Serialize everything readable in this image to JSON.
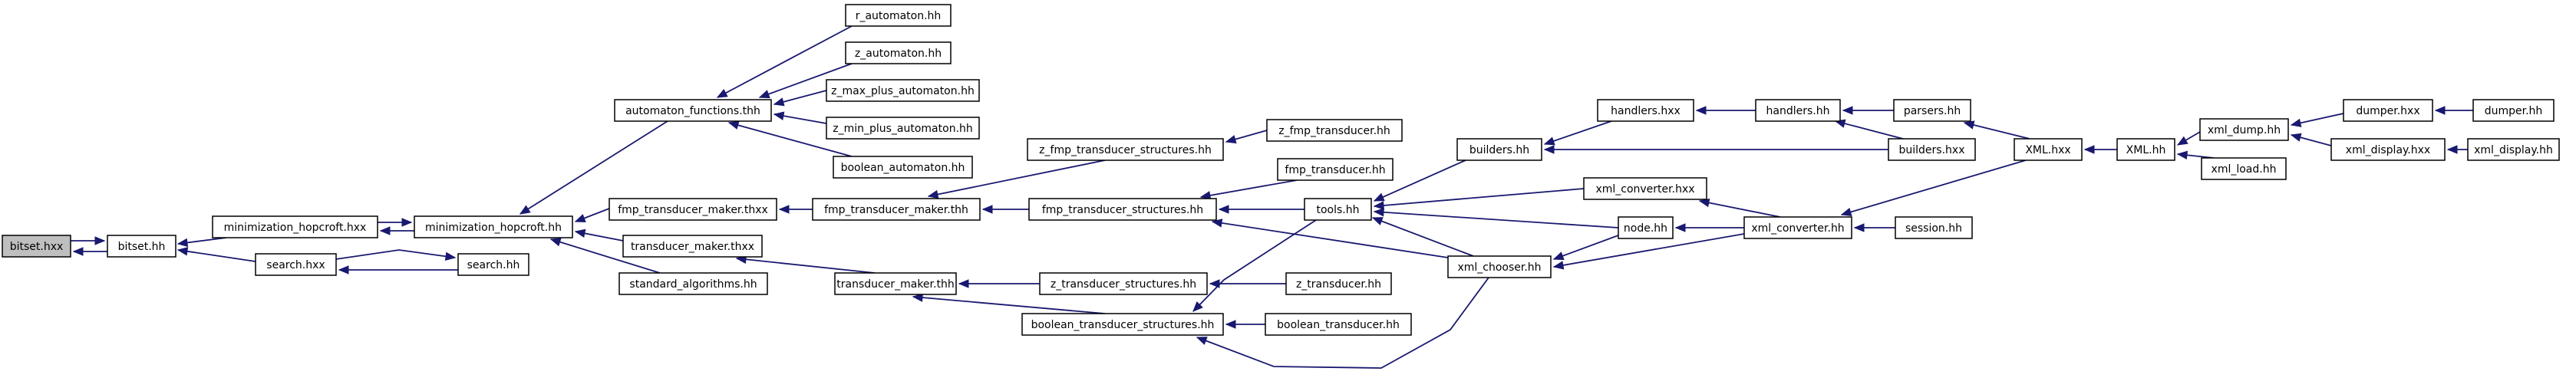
{
  "graph": {
    "nodes": {
      "bitset_hxx": "bitset.hxx",
      "bitset_hh": "bitset.hh",
      "minimization_hopcroft_hxx": "minimization_hopcroft.hxx",
      "search_hxx": "search.hxx",
      "minimization_hopcroft_hh": "minimization_hopcroft.hh",
      "search_hh": "search.hh",
      "automaton_functions_thh": "automaton_functions.thh",
      "fmp_transducer_maker_thxx": "fmp_transducer_maker.thxx",
      "transducer_maker_thxx": "transducer_maker.thxx",
      "standard_algorithms_hh": "standard_algorithms.hh",
      "r_automaton_hh": "r_automaton.hh",
      "z_automaton_hh": "z_automaton.hh",
      "z_max_plus_automaton_hh": "z_max_plus_automaton.hh",
      "z_min_plus_automaton_hh": "z_min_plus_automaton.hh",
      "boolean_automaton_hh": "boolean_automaton.hh",
      "fmp_transducer_maker_thh": "fmp_transducer_maker.thh",
      "transducer_maker_thh": "transducer_maker.thh",
      "z_fmp_transducer_structures_hh": "z_fmp_transducer_structures.hh",
      "fmp_transducer_structures_hh": "fmp_transducer_structures.hh",
      "z_transducer_structures_hh": "z_transducer_structures.hh",
      "boolean_transducer_structures_hh": "boolean_transducer_structures.hh",
      "z_fmp_transducer_hh": "z_fmp_transducer.hh",
      "fmp_transducer_hh": "fmp_transducer.hh",
      "tools_hh": "tools.hh",
      "z_transducer_hh": "z_transducer.hh",
      "boolean_transducer_hh": "boolean_transducer.hh",
      "builders_hh": "builders.hh",
      "xml_chooser_hh": "xml_chooser.hh",
      "handlers_hxx": "handlers.hxx",
      "xml_converter_hxx": "xml_converter.hxx",
      "node_hh": "node.hh",
      "handlers_hh": "handlers.hh",
      "xml_converter_hh": "xml_converter.hh",
      "parsers_hh": "parsers.hh",
      "builders_hxx": "builders.hxx",
      "session_hh": "session.hh",
      "XML_hxx": "XML.hxx",
      "XML_hh": "XML.hh",
      "xml_dump_hh": "xml_dump.hh",
      "xml_load_hh": "xml_load.hh",
      "dumper_hxx": "dumper.hxx",
      "xml_display_hxx": "xml_display.hxx",
      "dumper_hh": "dumper.hh",
      "xml_display_hh": "xml_display.hh"
    },
    "edges": [
      [
        "bitset_hh",
        "bitset_hxx"
      ],
      [
        "bitset_hxx",
        "bitset_hh"
      ],
      [
        "minimization_hopcroft_hxx",
        "bitset_hh"
      ],
      [
        "search_hxx",
        "bitset_hh"
      ],
      [
        "minimization_hopcroft_hh",
        "minimization_hopcroft_hxx"
      ],
      [
        "minimization_hopcroft_hxx",
        "minimization_hopcroft_hh"
      ],
      [
        "search_hh",
        "search_hxx"
      ],
      [
        "search_hxx",
        "search_hh"
      ],
      [
        "automaton_functions_thh",
        "minimization_hopcroft_hh"
      ],
      [
        "fmp_transducer_maker_thxx",
        "minimization_hopcroft_hh"
      ],
      [
        "transducer_maker_thxx",
        "minimization_hopcroft_hh"
      ],
      [
        "standard_algorithms_hh",
        "minimization_hopcroft_hh"
      ],
      [
        "r_automaton_hh",
        "automaton_functions_thh"
      ],
      [
        "z_automaton_hh",
        "automaton_functions_thh"
      ],
      [
        "z_max_plus_automaton_hh",
        "automaton_functions_thh"
      ],
      [
        "z_min_plus_automaton_hh",
        "automaton_functions_thh"
      ],
      [
        "boolean_automaton_hh",
        "automaton_functions_thh"
      ],
      [
        "fmp_transducer_maker_thh",
        "fmp_transducer_maker_thxx"
      ],
      [
        "transducer_maker_thh",
        "transducer_maker_thxx"
      ],
      [
        "z_fmp_transducer_structures_hh",
        "fmp_transducer_maker_thh"
      ],
      [
        "fmp_transducer_structures_hh",
        "fmp_transducer_maker_thh"
      ],
      [
        "z_transducer_structures_hh",
        "transducer_maker_thh"
      ],
      [
        "boolean_transducer_structures_hh",
        "transducer_maker_thh"
      ],
      [
        "z_fmp_transducer_hh",
        "z_fmp_transducer_structures_hh"
      ],
      [
        "fmp_transducer_hh",
        "fmp_transducer_structures_hh"
      ],
      [
        "tools_hh",
        "fmp_transducer_structures_hh"
      ],
      [
        "xml_chooser_hh",
        "fmp_transducer_structures_hh"
      ],
      [
        "z_transducer_hh",
        "z_transducer_structures_hh"
      ],
      [
        "boolean_transducer_hh",
        "boolean_transducer_structures_hh"
      ],
      [
        "tools_hh",
        "boolean_transducer_structures_hh"
      ],
      [
        "xml_chooser_hh",
        "boolean_transducer_structures_hh"
      ],
      [
        "builders_hh",
        "tools_hh"
      ],
      [
        "xml_converter_hxx",
        "tools_hh"
      ],
      [
        "node_hh",
        "tools_hh"
      ],
      [
        "xml_chooser_hh",
        "tools_hh"
      ],
      [
        "handlers_hxx",
        "builders_hh"
      ],
      [
        "builders_hxx",
        "builders_hh"
      ],
      [
        "node_hh",
        "xml_chooser_hh"
      ],
      [
        "xml_converter_hh",
        "xml_chooser_hh"
      ],
      [
        "handlers_hh",
        "handlers_hxx"
      ],
      [
        "xml_converter_hh",
        "xml_converter_hxx"
      ],
      [
        "xml_converter_hh",
        "node_hh"
      ],
      [
        "parsers_hh",
        "handlers_hh"
      ],
      [
        "builders_hxx",
        "handlers_hh"
      ],
      [
        "XML_hxx",
        "xml_converter_hh"
      ],
      [
        "session_hh",
        "xml_converter_hh"
      ],
      [
        "XML_hxx",
        "parsers_hh"
      ],
      [
        "XML_hh",
        "XML_hxx"
      ],
      [
        "xml_dump_hh",
        "XML_hh"
      ],
      [
        "xml_load_hh",
        "XML_hh"
      ],
      [
        "dumper_hxx",
        "xml_dump_hh"
      ],
      [
        "xml_display_hxx",
        "xml_dump_hh"
      ],
      [
        "dumper_hh",
        "dumper_hxx"
      ],
      [
        "xml_display_hh",
        "xml_display_hxx"
      ]
    ]
  },
  "colors": {
    "edge": "#191970",
    "root_fill": "#bfbfbf",
    "node_fill": "#ffffff",
    "node_border": "#000000"
  }
}
